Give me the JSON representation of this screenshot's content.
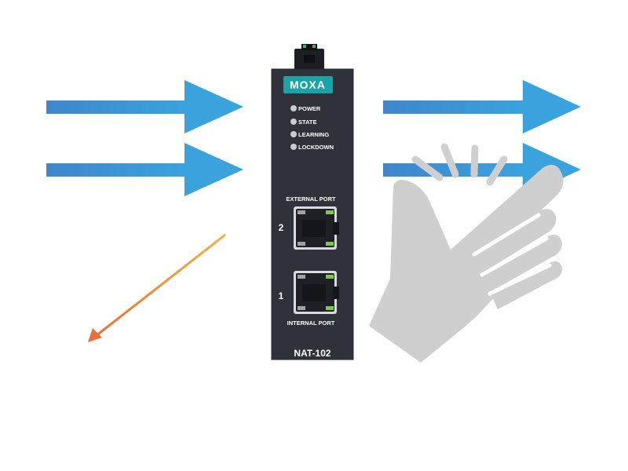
{
  "device": {
    "brand": "MOXA",
    "model": "NAT-102",
    "leds": [
      {
        "label": "POWER"
      },
      {
        "label": "STATE"
      },
      {
        "label": "LEARNING"
      },
      {
        "label": "LOCKDOWN"
      }
    ],
    "ports": [
      {
        "number": "2",
        "title": "EXTERNAL PORT"
      },
      {
        "number": "1",
        "title": "INTERNAL PORT"
      }
    ]
  },
  "colors": {
    "device_body": "#2f323b",
    "brand_badge": "#1aa4a6",
    "allowed_arrow": "#3b8fd6",
    "blocked_arrow_start": "#e8603a",
    "blocked_arrow_end": "#f1b43c",
    "hand": "#cfcfcf",
    "port_light": "#7cc943"
  },
  "icons": {
    "stop_gesture": "hand-stop-icon"
  }
}
